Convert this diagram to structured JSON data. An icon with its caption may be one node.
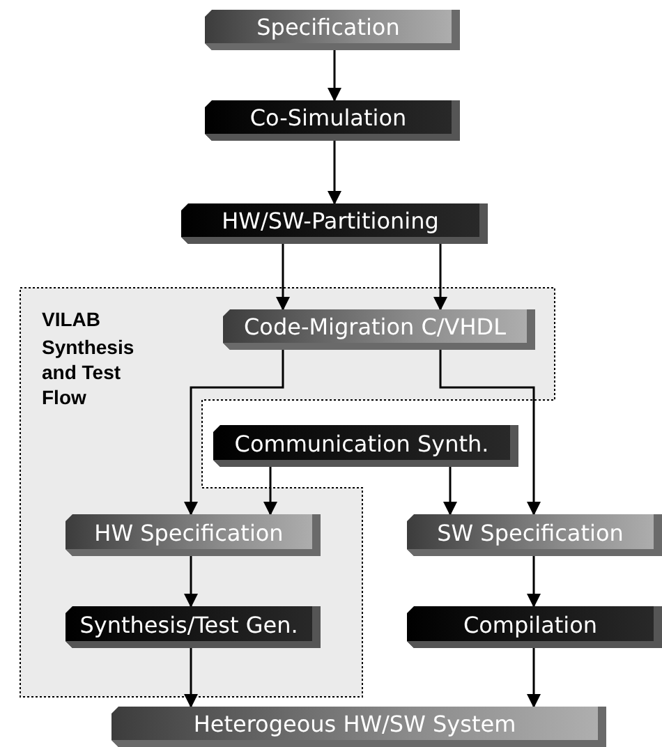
{
  "diagram": {
    "nodes": [
      {
        "text": [
          "Specification"
        ]
      },
      {
        "text": [
          "Co-Simulation"
        ]
      },
      {
        "text": [
          "HW/SW-Partitioning"
        ]
      },
      {
        "text": [
          "VILAB",
          "Synthesis and Test Flow"
        ]
      },
      {
        "text": [
          "Code-Migration C/VHDL"
        ],
        "in": 3
      },
      {
        "text": [
          "Communication Synth."
        ]
      },
      {
        "text": [
          "HW Specification"
        ],
        "in": 3
      },
      {
        "text": [
          "SW Specification"
        ]
      },
      {
        "text": [
          "Synthesis/Test Gen."
        ],
        "in": 3
      },
      {
        "text": [
          "Compilation"
        ]
      },
      {
        "text": [
          "Heterogeous HW/SW System"
        ]
      }
    ],
    "edges": [
      {
        "from": 0,
        "to": 1,
        "arrow": "to"
      },
      {
        "from": 1,
        "to": 2,
        "arrow": "to"
      },
      {
        "from": 2,
        "to": 4,
        "arrow": "to"
      },
      {
        "from": 2,
        "to": 4,
        "arrow": "to"
      },
      {
        "from": 4,
        "to": 6,
        "arrow": "to"
      },
      {
        "from": 4,
        "to": 7,
        "arrow": "to"
      },
      {
        "from": 5,
        "to": 6,
        "arrow": "to"
      },
      {
        "from": 5,
        "to": 7,
        "arrow": "to"
      },
      {
        "from": 6,
        "to": 8,
        "arrow": "to"
      },
      {
        "from": 7,
        "to": 9,
        "arrow": "to"
      },
      {
        "from": 8,
        "to": 10,
        "arrow": "to"
      },
      {
        "from": 9,
        "to": 10,
        "arrow": "to"
      }
    ]
  }
}
